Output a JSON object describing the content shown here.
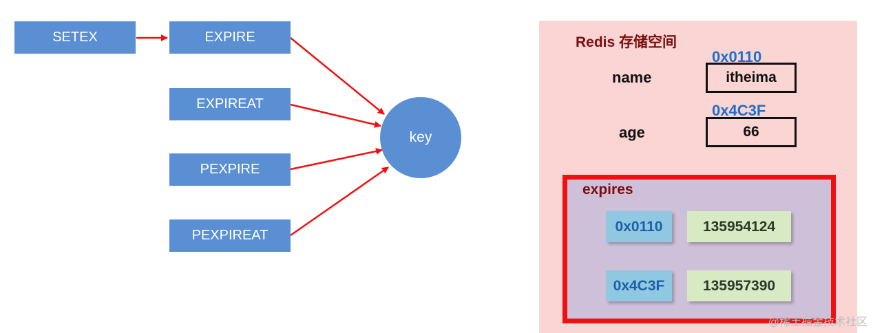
{
  "commands": {
    "setex": "SETEX",
    "expire": "EXPIRE",
    "expireat": "EXPIREAT",
    "pexpire": "PEXPIRE",
    "pexpireat": "PEXPIREAT"
  },
  "key_label": "key",
  "redis": {
    "title": "Redis 存储空间",
    "entries": [
      {
        "name": "name",
        "address": "0x0110",
        "value": "itheima"
      },
      {
        "name": "age",
        "address": "0x4C3F",
        "value": "66"
      }
    ],
    "expires": {
      "title": "expires",
      "rows": [
        {
          "key": "0x0110",
          "value": "135954124"
        },
        {
          "key": "0x4C3F",
          "value": "135957390"
        }
      ]
    }
  },
  "watermark": "@稀土掘金技术社区",
  "colors": {
    "box_blue": "#5b8fd4",
    "arrow_red": "#ee1111",
    "panel_pink": "#fbd4d4",
    "expires_purple": "#cfc0da"
  }
}
